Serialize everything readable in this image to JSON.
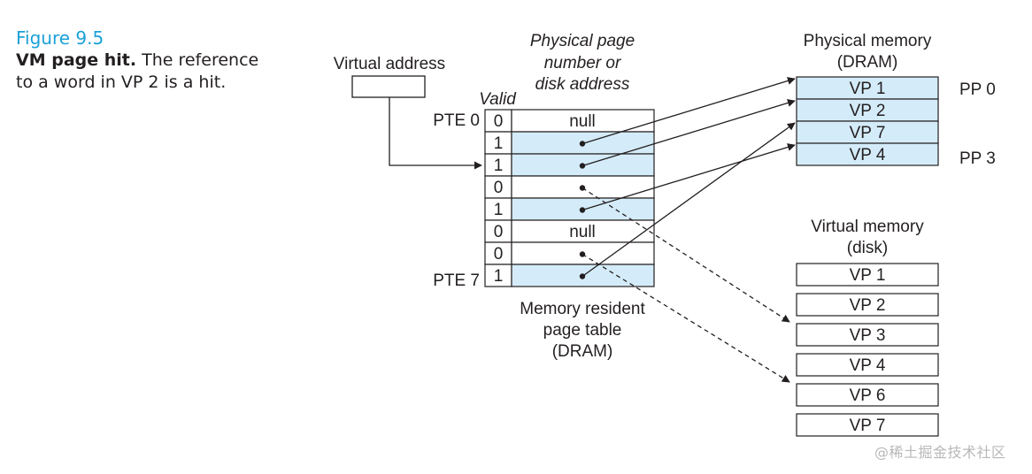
{
  "caption": {
    "figure_number": "Figure 9.5",
    "title_bold": "VM page hit.",
    "title_rest_line1": " The reference",
    "title_rest_line2": "to a word in VP 2 is a hit."
  },
  "virtual_address": {
    "label": "Virtual address"
  },
  "page_table": {
    "column_header_ppn": [
      "Physical page",
      "number or",
      "disk address"
    ],
    "column_header_valid": "Valid",
    "first_label": "PTE 0",
    "last_label": "PTE 7",
    "footer": [
      "Memory resident",
      "page table",
      "(DRAM)"
    ],
    "rows": [
      {
        "valid": "0",
        "content": "null",
        "kind": "null"
      },
      {
        "valid": "1",
        "content": "",
        "kind": "physical",
        "target": "VP 1"
      },
      {
        "valid": "1",
        "content": "",
        "kind": "physical",
        "target": "VP 2"
      },
      {
        "valid": "0",
        "content": "",
        "kind": "disk",
        "target": "VP 3"
      },
      {
        "valid": "1",
        "content": "",
        "kind": "physical",
        "target": "VP 4"
      },
      {
        "valid": "0",
        "content": "null",
        "kind": "null"
      },
      {
        "valid": "0",
        "content": "",
        "kind": "disk",
        "target": "VP 6"
      },
      {
        "valid": "1",
        "content": "",
        "kind": "physical",
        "target": "VP 7"
      }
    ],
    "referenced_row": 2
  },
  "physical_memory": {
    "title": [
      "Physical memory",
      "(DRAM)"
    ],
    "pages": [
      "VP 1",
      "VP 2",
      "VP 7",
      "VP 4"
    ],
    "pp_labels": {
      "first": "PP 0",
      "last": "PP 3"
    }
  },
  "virtual_memory": {
    "title": [
      "Virtual memory",
      "(disk)"
    ],
    "pages": [
      "VP 1",
      "VP 2",
      "VP 3",
      "VP 4",
      "VP 6",
      "VP 7"
    ]
  },
  "colors": {
    "accent_blue": "#1ba1d8",
    "cell_fill": "#d4ecf9",
    "line": "#231f20"
  },
  "watermark": "@稀土掘金技术社区"
}
